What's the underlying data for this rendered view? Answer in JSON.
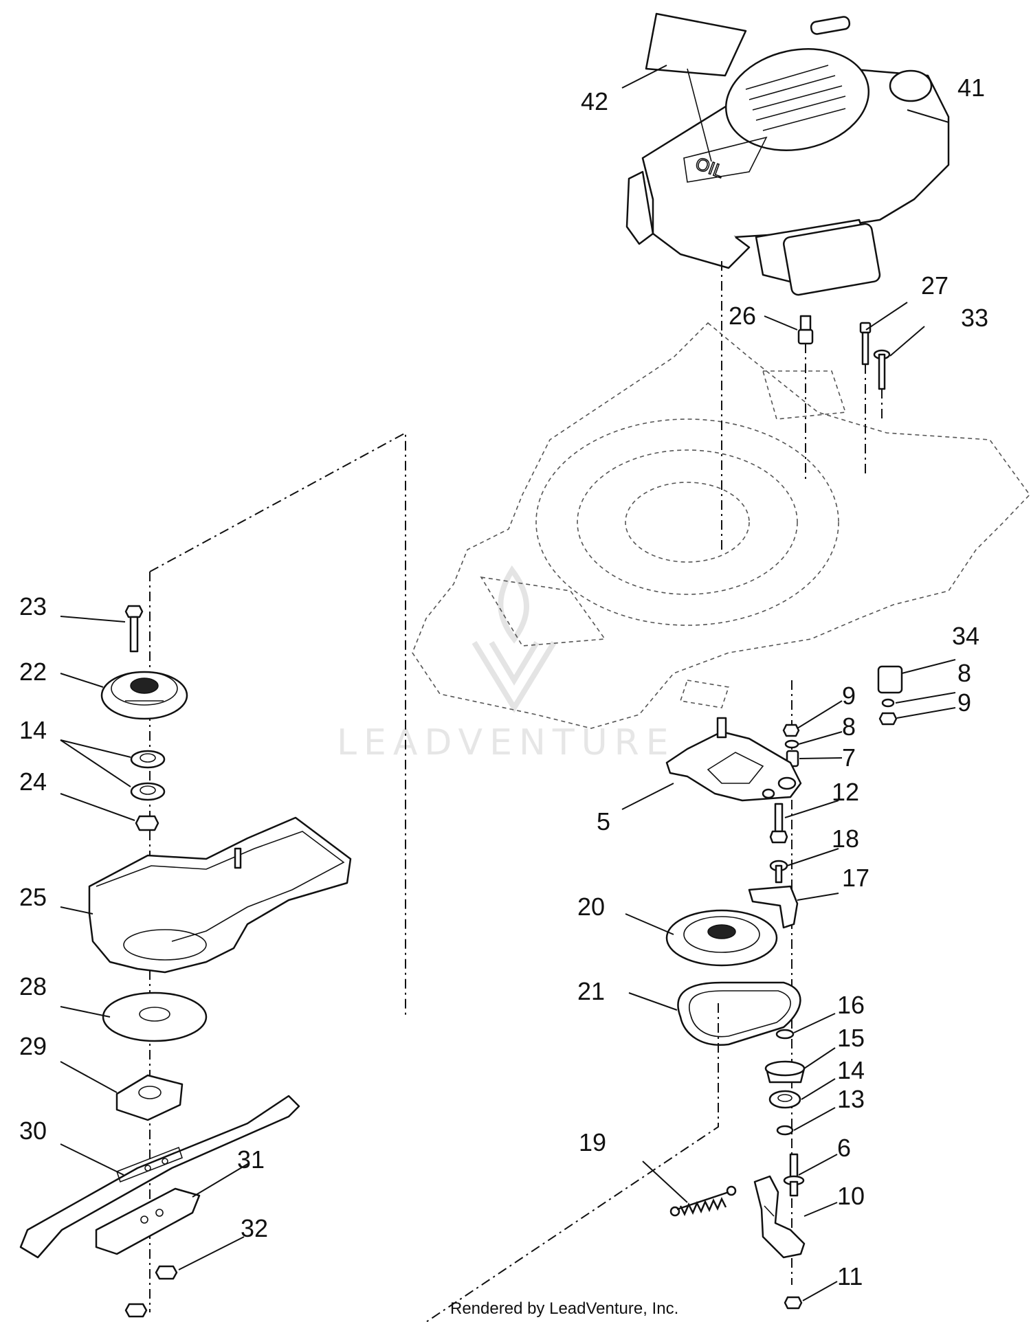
{
  "callouts": {
    "c42": "42",
    "c41": "41",
    "c26": "26",
    "c27": "27",
    "c33": "33",
    "c23": "23",
    "c22": "22",
    "c14a": "14",
    "c24": "24",
    "c25": "25",
    "c28": "28",
    "c29": "29",
    "c30": "30",
    "c31": "31",
    "c32": "32",
    "c34": "34",
    "c8a": "8",
    "c9a": "9",
    "c9b": "9",
    "c8b": "8",
    "c7": "7",
    "c5": "5",
    "c12": "12",
    "c18": "18",
    "c17": "17",
    "c20": "20",
    "c21": "21",
    "c16": "16",
    "c15": "15",
    "c14b": "14",
    "c13": "13",
    "c19": "19",
    "c6": "6",
    "c10": "10",
    "c11": "11"
  },
  "watermark": "LEADVENTURE",
  "footer": "Rendered by LeadVenture, Inc."
}
